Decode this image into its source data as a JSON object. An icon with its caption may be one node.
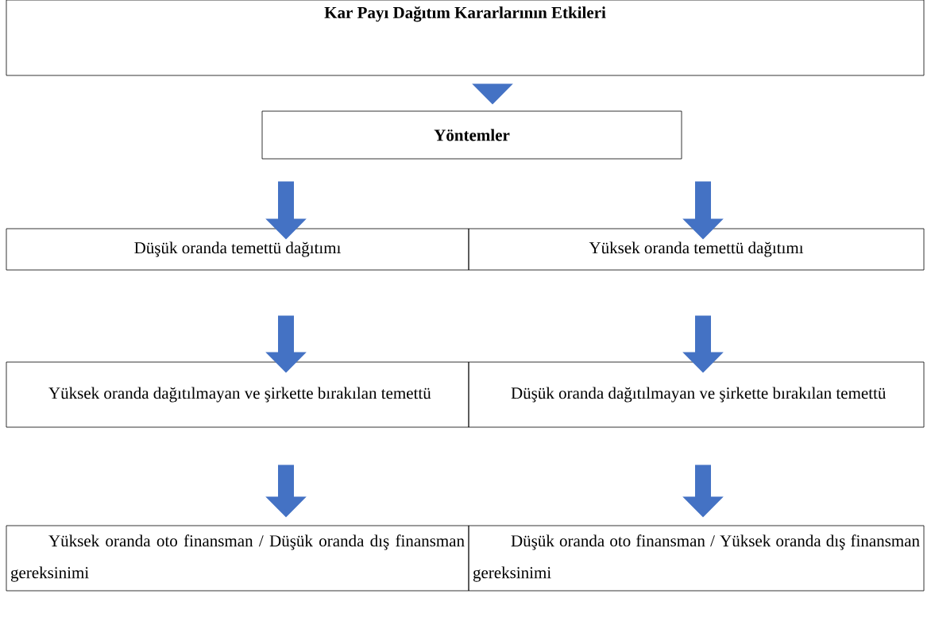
{
  "diagram": {
    "nodes": [
      {
        "text": [
          "Kar Payı Dağıtım Kararlarının Etkileri"
        ]
      },
      {
        "text": [
          "Yöntemler"
        ]
      },
      {
        "text": [
          "Düşük oranda temettü dağıtımı"
        ]
      },
      {
        "text": [
          "Yüksek oranda temettü dağıtımı"
        ]
      },
      {
        "text": [
          "Yüksek oranda dağıtılmayan ve şirkette bırakılan temettü"
        ]
      },
      {
        "text": [
          "Düşük oranda dağıtılmayan ve şirkette bırakılan temettü"
        ]
      },
      {
        "text": [
          "Yüksek oranda oto finansman / Düşük oranda dış finansman gereksinimi"
        ]
      },
      {
        "text": [
          "Düşük oranda oto finansman / Yüksek oranda dış finansman gereksinimi"
        ]
      }
    ],
    "edges": [
      {
        "from": 0,
        "to": 1,
        "arrow": "to"
      },
      {
        "from": 1,
        "to": 2,
        "arrow": "to"
      },
      {
        "from": 1,
        "to": 3,
        "arrow": "to"
      },
      {
        "from": 2,
        "to": 4,
        "arrow": "to"
      },
      {
        "from": 3,
        "to": 5,
        "arrow": "to"
      },
      {
        "from": 4,
        "to": 6,
        "arrow": "to"
      },
      {
        "from": 5,
        "to": 7,
        "arrow": "to"
      }
    ]
  }
}
